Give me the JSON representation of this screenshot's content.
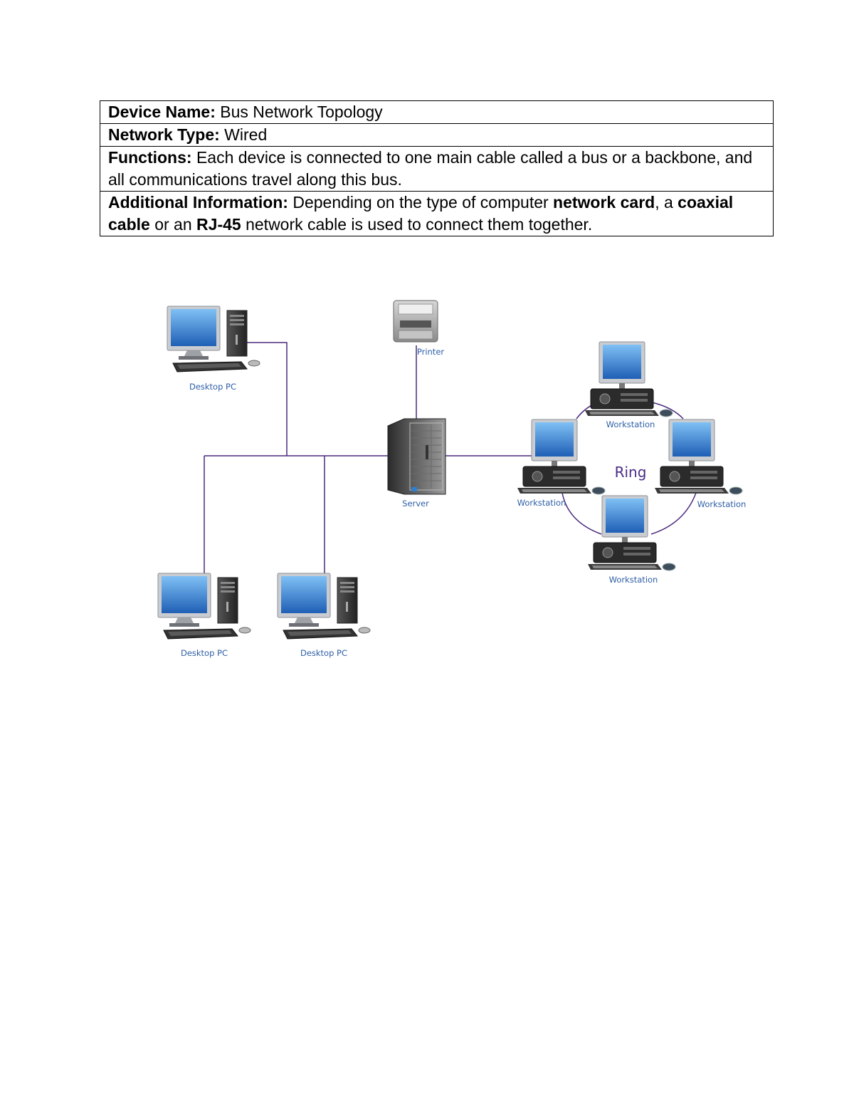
{
  "table": {
    "device_name_label": "Device Name:",
    "device_name_value": "Bus Network Topology",
    "network_type_label": "Network Type:",
    "network_type_value": "Wired",
    "functions_label": "Functions:",
    "functions_value": "Each device is connected to one main cable called a bus or a backbone, and all communications travel along this bus.",
    "additional_label": "Additional Information:",
    "additional_text_1": "Depending on the type of computer",
    "additional_bold_1": "network card",
    "additional_text_2": ", a",
    "additional_bold_2": "coaxial cable",
    "additional_text_3": "or an",
    "additional_bold_3": "RJ-45",
    "additional_text_4": "network cable is used to connect them together."
  },
  "diagram": {
    "labels": {
      "desktop_pc_top": "Desktop PC",
      "printer": "Printer",
      "server": "Server",
      "desktop_pc_bottom_left": "Desktop PC",
      "desktop_pc_bottom_right": "Desktop PC",
      "workstation_top": "Workstation",
      "workstation_left": "Workstation",
      "workstation_right": "Workstation",
      "workstation_bottom": "Workstation",
      "ring": "Ring"
    },
    "colors": {
      "cable": "#4b2a7d",
      "label": "#2e5fa6",
      "screen": "#2f7fd1",
      "case": "#3b3b3b",
      "monitor_frame": "#b9bcc1"
    }
  }
}
